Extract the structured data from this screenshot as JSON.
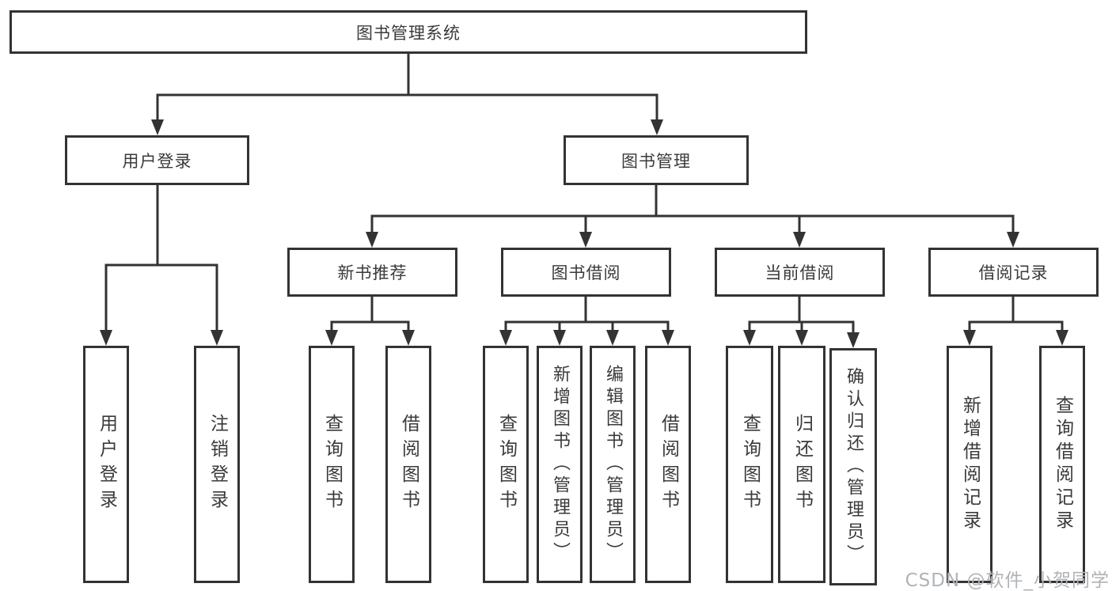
{
  "diagram": {
    "root_label": "图书管理系统",
    "branches": {
      "user_login": {
        "label": "用户登录",
        "children": [
          "用户登录",
          "注销登录"
        ]
      },
      "book_management": {
        "label": "图书管理",
        "sections": {
          "new_book_recommend": {
            "label": "新书推荐",
            "children": [
              "查询图书",
              "借阅图书"
            ]
          },
          "book_borrow": {
            "label": "图书借阅",
            "children": [
              "查询图书",
              "新增图书（管理员）",
              "编辑图书（管理员）",
              "借阅图书"
            ]
          },
          "current_borrow": {
            "label": "当前借阅",
            "children": [
              "查询图书",
              "归还图书",
              "确认归还（管理员）"
            ]
          },
          "borrow_records": {
            "label": "借阅记录",
            "children": [
              "新增借阅记录",
              "查询借阅记录"
            ]
          }
        }
      }
    }
  },
  "watermark": {
    "text": "CSDN @软件_小贺同学"
  },
  "colors": {
    "line": "#333333",
    "text": "#3a3a3a",
    "background": "#ffffff",
    "watermark": "#b0b3b7"
  }
}
